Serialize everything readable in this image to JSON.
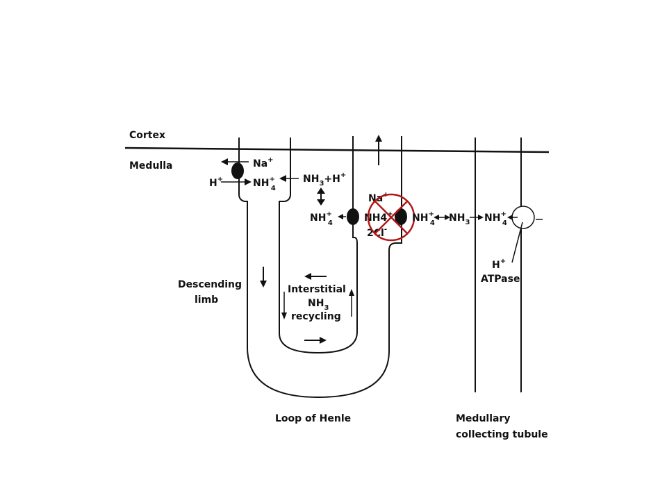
{
  "labels": {
    "cortex": "Cortex",
    "medulla": "Medulla",
    "descending_limb_1": "Descending",
    "descending_limb_2": "limb",
    "interstitial_1": "Interstitial",
    "interstitial_2": "NH",
    "interstitial_2_sub": "3",
    "interstitial_3": "recycling",
    "loop_of_henle": "Loop of Henle",
    "medullary_1": "Medullary",
    "medullary_2": "collecting tubule",
    "h_atpase_1": "H",
    "h_atpase_1_sup": "+",
    "h_atpase_2": "ATPase"
  },
  "chem": {
    "na": "Na",
    "plus": "+",
    "h": "H",
    "nh": "NH",
    "sub3": "3",
    "sub4": "4",
    "nh3_plus_h": "+H",
    "nh4_cl": "NH4",
    "twocl": "2Cl",
    "minus": "-"
  },
  "colors": {
    "ink": "#111111",
    "inhibitor": "#b01818"
  }
}
